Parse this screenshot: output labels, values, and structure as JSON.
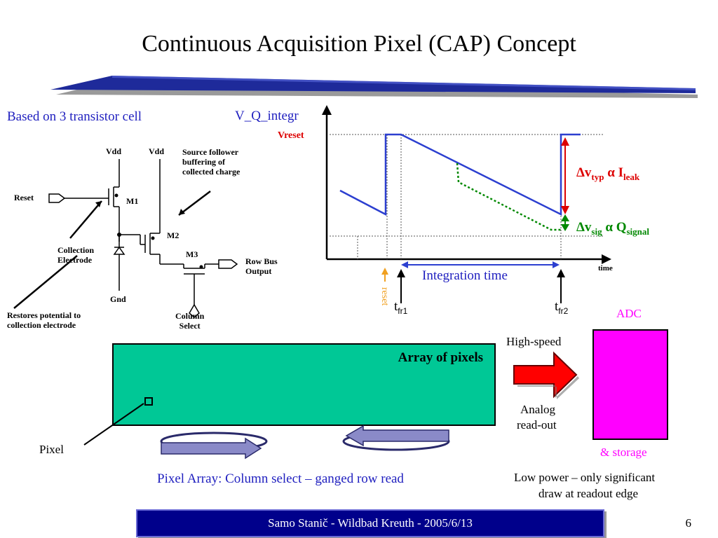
{
  "slide": {
    "title": "Continuous Acquisition Pixel (CAP) Concept",
    "page_number": "6",
    "footer": "Samo Stanič - Wildbad Kreuth - 2005/6/13"
  },
  "circuit": {
    "heading": "Based on 3 transistor cell",
    "vdd1": "Vdd",
    "vdd2": "Vdd",
    "reset": "Reset",
    "m1": "M1",
    "m2": "M2",
    "m3": "M3",
    "gnd": "Gnd",
    "collection_electrode": [
      "Collection",
      "Electrode"
    ],
    "row_bus_output": [
      "Row Bus",
      "Output"
    ],
    "column_select": [
      "Column",
      "Select"
    ],
    "source_follower_note": [
      "Source follower",
      "buffering of",
      "collected charge"
    ],
    "restores_note": [
      "Restores potential to",
      "collection electrode"
    ]
  },
  "waveform": {
    "y_label": "V_Q_integr",
    "vreset_label": "Vreset",
    "time_label": "time",
    "integration_time": "Integration time",
    "reset_label": "reset",
    "tfr1": {
      "main": "t",
      "sub": "fr1"
    },
    "tfr2": {
      "main": "t",
      "sub": "fr2"
    },
    "dv_typ": {
      "main": "Δv",
      "sub1": "typ",
      "mid": " α I",
      "sub2": "leak"
    },
    "dv_sig": {
      "main": "Δv",
      "sub1": "sig",
      "mid": " α Q",
      "sub2": "signal"
    }
  },
  "array": {
    "label": "Array of pixels",
    "pixel_label": "Pixel",
    "caption": "Pixel Array: Column select – ganged row read"
  },
  "readout": {
    "high_speed": "High-speed",
    "analog": "Analog",
    "read_out": "read-out",
    "adc": "ADC",
    "storage": "& storage",
    "low_power_1": "Low power – only significant",
    "low_power_2": "draw at readout edge"
  },
  "colors": {
    "title_bar": "#1e2a9a",
    "signal_line": "#2c3fd0",
    "leak_red": "#dd0000",
    "signal_green": "#008800",
    "array_fill": "#00c896",
    "adc_fill": "#ff00ff",
    "arrow_red": "#ff0000",
    "reset_orange": "#f0a020",
    "footer_bg": "#00008b"
  }
}
